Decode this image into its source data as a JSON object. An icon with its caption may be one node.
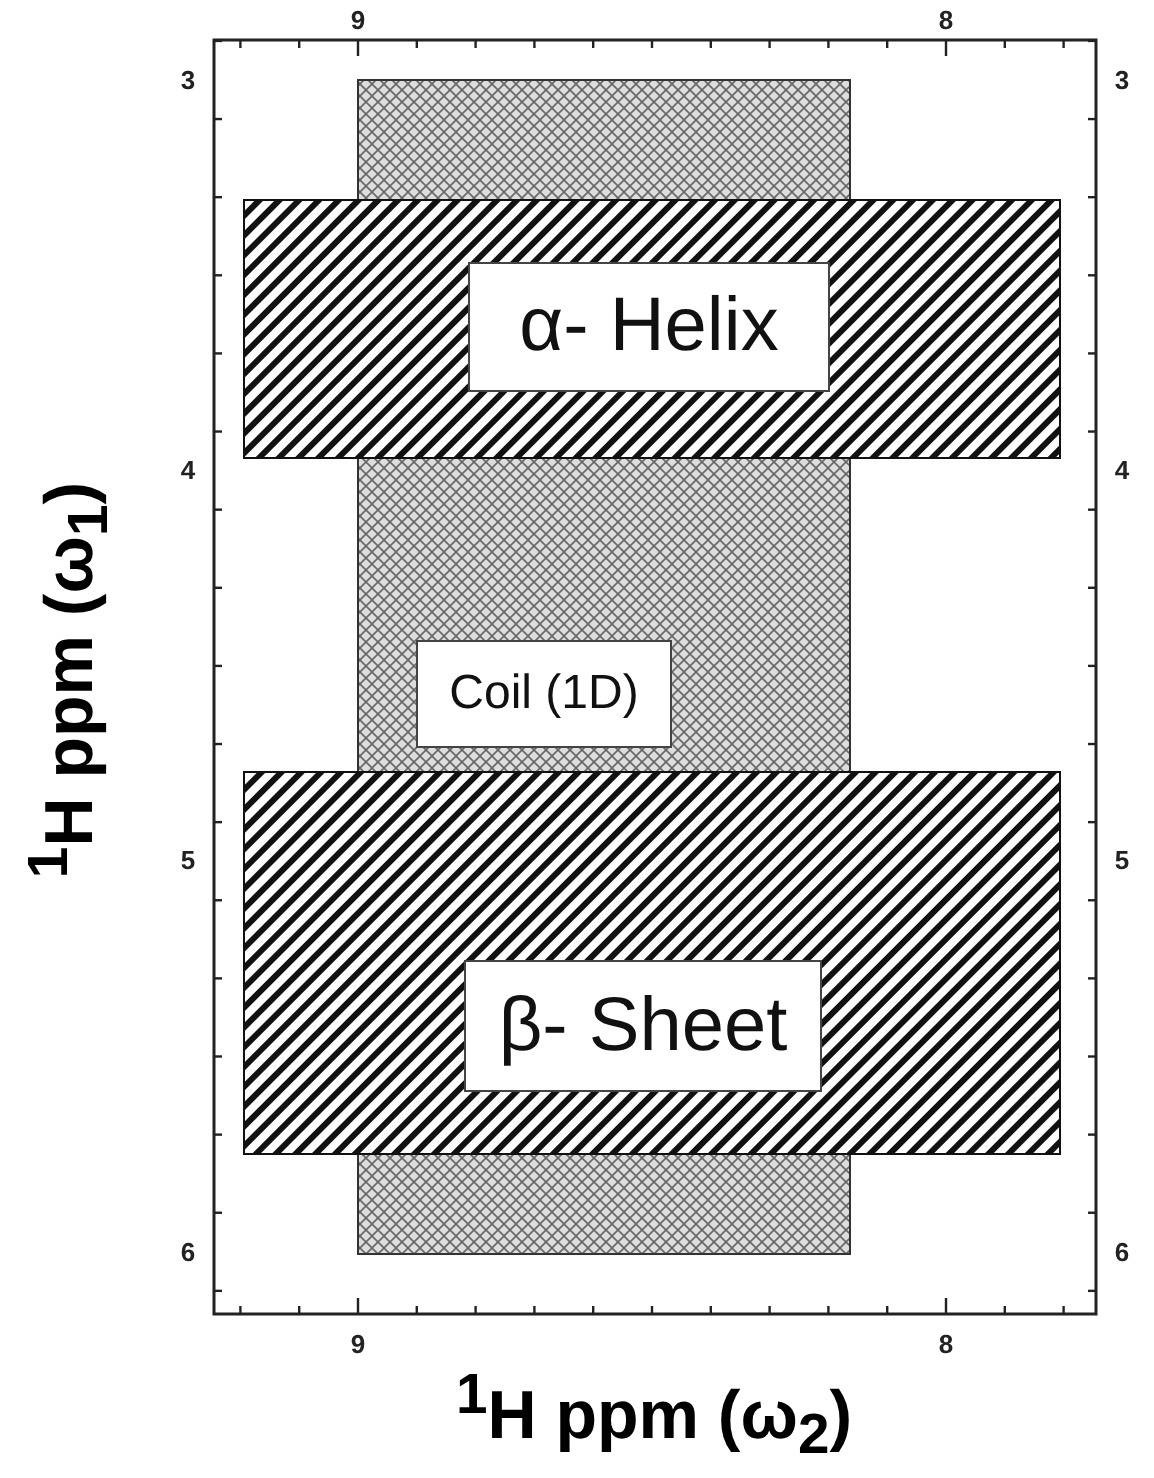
{
  "diagram": {
    "nodes": [
      {
        "text": [
          "α- Helix"
        ]
      },
      {
        "text": [
          "Coil (1D)"
        ]
      },
      {
        "text": [
          "β- Sheet"
        ]
      }
    ],
    "labels": [
      "9",
      "8",
      "3",
      "3",
      "4",
      "4",
      "5",
      "5",
      "6",
      "6",
      "9",
      "8",
      "$^{1}$H ppm (ω$_{1}$)",
      "$^{1}$H ppm (ω$_{2}$)"
    ]
  }
}
